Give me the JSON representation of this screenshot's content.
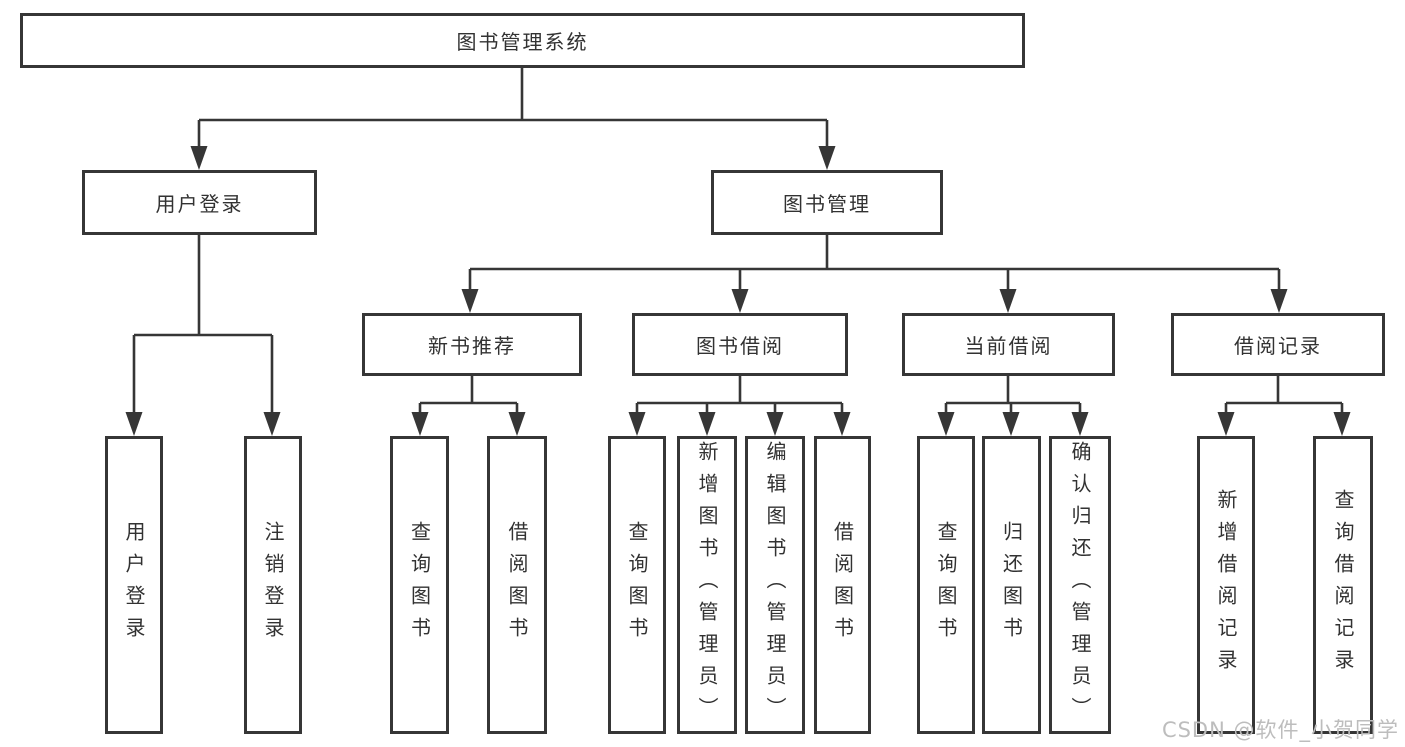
{
  "diagram_title": "图书管理系统",
  "nodes": {
    "root": "图书管理系统",
    "login": {
      "label": "用户登录",
      "children": [
        "用户登录",
        "注销登录"
      ]
    },
    "management": {
      "label": "图书管理",
      "groups": [
        {
          "label": "新书推荐",
          "children": [
            "查询图书",
            "借阅图书"
          ]
        },
        {
          "label": "图书借阅",
          "children": [
            "查询图书",
            "新增图书（管理员）",
            "编辑图书（管理员）",
            "借阅图书"
          ]
        },
        {
          "label": "当前借阅",
          "children": [
            "查询图书",
            "归还图书",
            "确认归还（管理员）"
          ]
        },
        {
          "label": "借阅记录",
          "children": [
            "新增借阅记录",
            "查询借阅记录"
          ]
        }
      ]
    }
  },
  "watermark": "CSDN @软件_小贺同学",
  "colors": {
    "line": "#363636",
    "text": "#323232",
    "watermark": "#bdbdbd",
    "background": "#ffffff"
  }
}
